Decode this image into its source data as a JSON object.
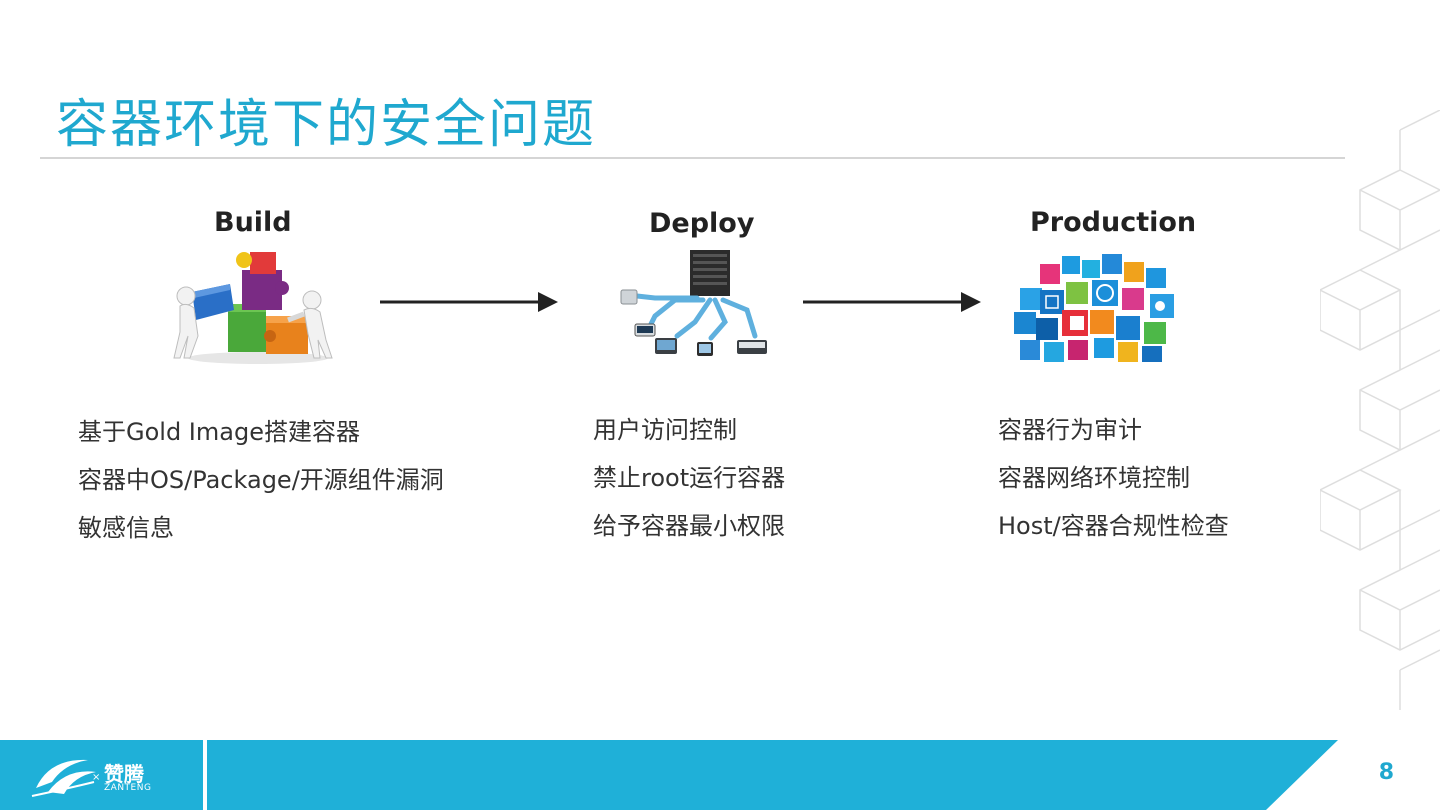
{
  "slide": {
    "title": "容器环境下的安全问题",
    "page_number": "8",
    "accent_color": "#1fa8cf"
  },
  "stages": [
    {
      "label": "Build",
      "icon": "puzzle-team-icon",
      "bullets": [
        "基于Gold Image搭建容器",
        "容器中OS/Package/开源组件漏洞",
        "敏感信息"
      ]
    },
    {
      "label": "Deploy",
      "icon": "server-network-icon",
      "bullets": [
        "用户访问控制",
        "禁止root运行容器",
        "给予容器最小权限"
      ]
    },
    {
      "label": "Production",
      "icon": "app-cubes-icon",
      "bullets": [
        "容器行为审计",
        "容器网络环境控制",
        "Host/容器合规性检查"
      ]
    }
  ],
  "footer": {
    "logo_cn": "赞腾",
    "logo_en": "ZANTENG"
  }
}
